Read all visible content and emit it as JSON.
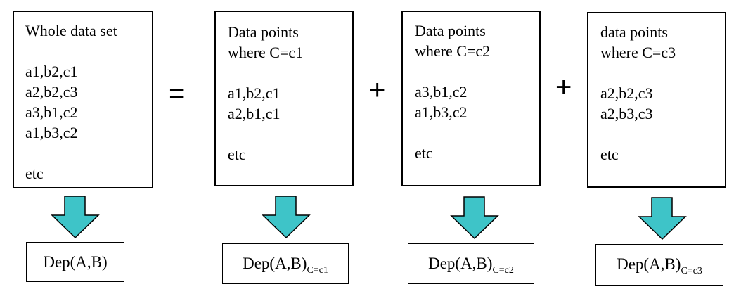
{
  "colors": {
    "arrow_fill": "#3ec4c8",
    "arrow_stroke": "#000000",
    "border": "#000000"
  },
  "boxes": [
    {
      "lines": [
        "Whole data set",
        "",
        "a1,b2,c1",
        "a2,b2,c3",
        "a3,b1,c2",
        "a1,b3,c2",
        "",
        "etc"
      ]
    },
    {
      "lines": [
        "Data points",
        "where C=c1",
        "",
        "a1,b2,c1",
        "a2,b1,c1",
        "",
        "etc"
      ]
    },
    {
      "lines": [
        "Data points",
        "where C=c2",
        "",
        "a3,b1,c2",
        "a1,b3,c2",
        "",
        "etc"
      ]
    },
    {
      "lines": [
        "data points",
        "where C=c3",
        "",
        "a2,b2,c3",
        "a2,b3,c3",
        "",
        "etc"
      ]
    }
  ],
  "operators": [
    "=",
    "+",
    "+"
  ],
  "results": [
    {
      "text": "Dep(A,B)",
      "subscript": ""
    },
    {
      "text": "Dep(A,B)",
      "subscript": "C=c1"
    },
    {
      "text": "Dep(A,B)",
      "subscript": "C=c2"
    },
    {
      "text": "Dep(A,B)",
      "subscript": "C=c3"
    }
  ]
}
